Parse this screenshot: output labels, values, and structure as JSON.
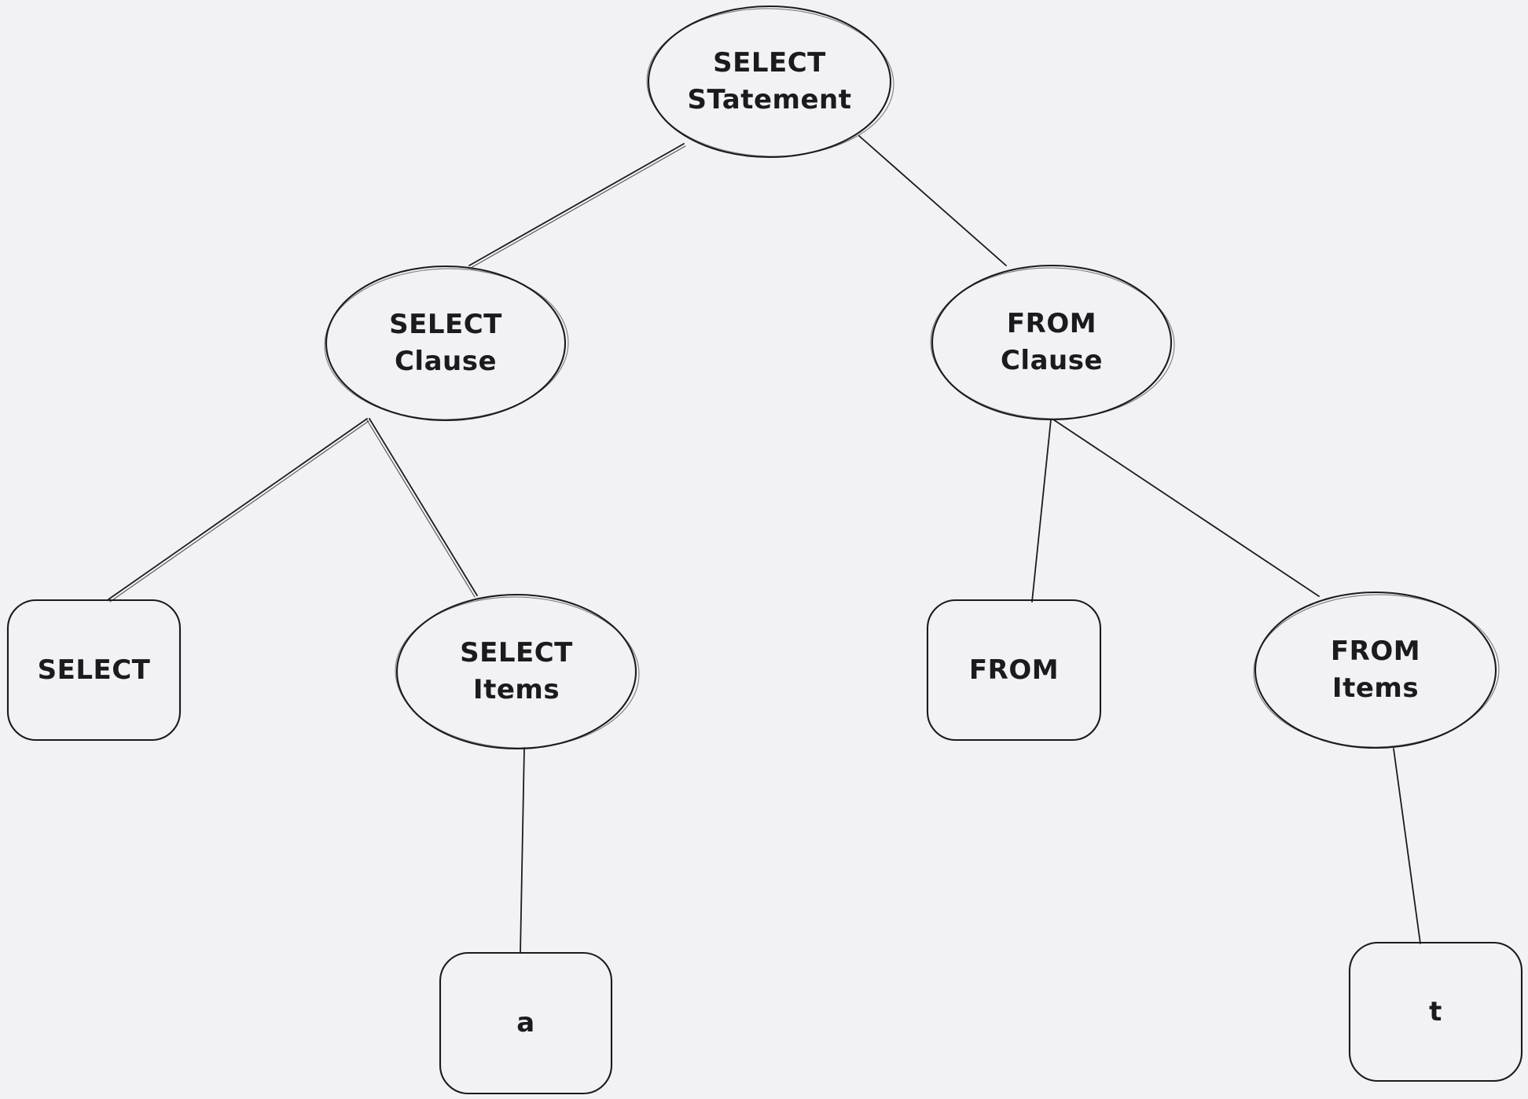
{
  "colors": {
    "background": "#f2f2f5",
    "stroke": "#1b1b1f",
    "text": "#1b1b1f"
  },
  "nodes": {
    "select_statement": {
      "shape": "ellipse",
      "label": "SELECT STatement",
      "lines": [
        "SELECT",
        "STatement"
      ]
    },
    "select_clause": {
      "shape": "ellipse",
      "label": "SELECT Clause",
      "lines": [
        "SELECT",
        "Clause"
      ]
    },
    "from_clause": {
      "shape": "ellipse",
      "label": "FROM Clause",
      "lines": [
        "FROM",
        "Clause"
      ]
    },
    "select_keyword": {
      "shape": "rectangle",
      "label": "SELECT",
      "lines": [
        "SELECT"
      ]
    },
    "select_items": {
      "shape": "ellipse",
      "label": "SELECT Items",
      "lines": [
        "SELECT",
        "Items"
      ]
    },
    "from_keyword": {
      "shape": "rectangle",
      "label": "FROM",
      "lines": [
        "FROM"
      ]
    },
    "from_items": {
      "shape": "ellipse",
      "label": "FROM Items",
      "lines": [
        "FROM",
        "Items"
      ]
    },
    "item_a": {
      "shape": "rectangle",
      "label": "a",
      "lines": [
        "a"
      ]
    },
    "item_t": {
      "shape": "rectangle",
      "label": "t",
      "lines": [
        "t"
      ]
    }
  },
  "edges": [
    {
      "from": "select_statement",
      "to": "select_clause"
    },
    {
      "from": "select_statement",
      "to": "from_clause"
    },
    {
      "from": "select_clause",
      "to": "select_keyword"
    },
    {
      "from": "select_clause",
      "to": "select_items"
    },
    {
      "from": "from_clause",
      "to": "from_keyword"
    },
    {
      "from": "from_clause",
      "to": "from_items"
    },
    {
      "from": "select_items",
      "to": "item_a"
    },
    {
      "from": "from_items",
      "to": "item_t"
    }
  ]
}
